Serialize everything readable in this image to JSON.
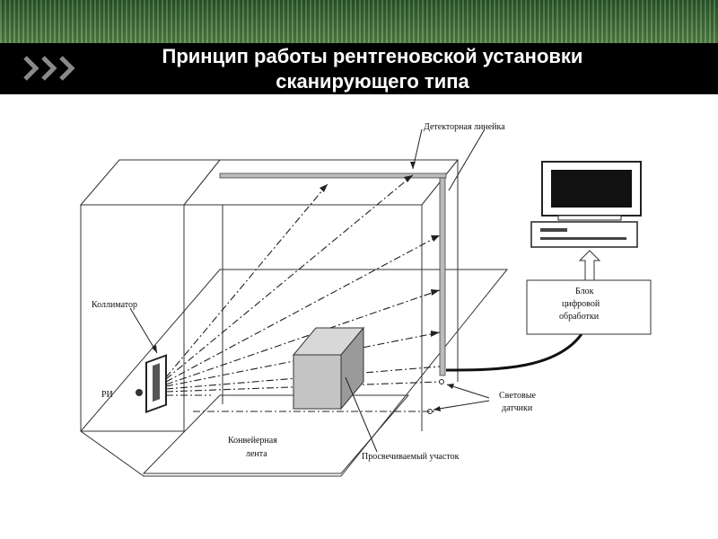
{
  "slide": {
    "title_line1": "Принцип работы рентгеновской установки",
    "title_line2": "сканирующего типа",
    "nav_icon": "triple-chevron-icon"
  },
  "labels": {
    "detector_line": "Детекторная линейка",
    "collimator": "Коллиматор",
    "source": "РИ",
    "conveyor_line1": "Конвейерная",
    "conveyor_line2": "лента",
    "scanned_area": "Просвечиваемый участок",
    "light_sensors_line1": "Световые",
    "light_sensors_line2": "датчики",
    "block_line1": "Блок",
    "block_line2": "цифровой",
    "block_line3": "обработки"
  },
  "colors": {
    "title_bar": "#000000",
    "top_band": "#3f6f3a",
    "title_text": "#ffffff",
    "line": "#222222"
  }
}
